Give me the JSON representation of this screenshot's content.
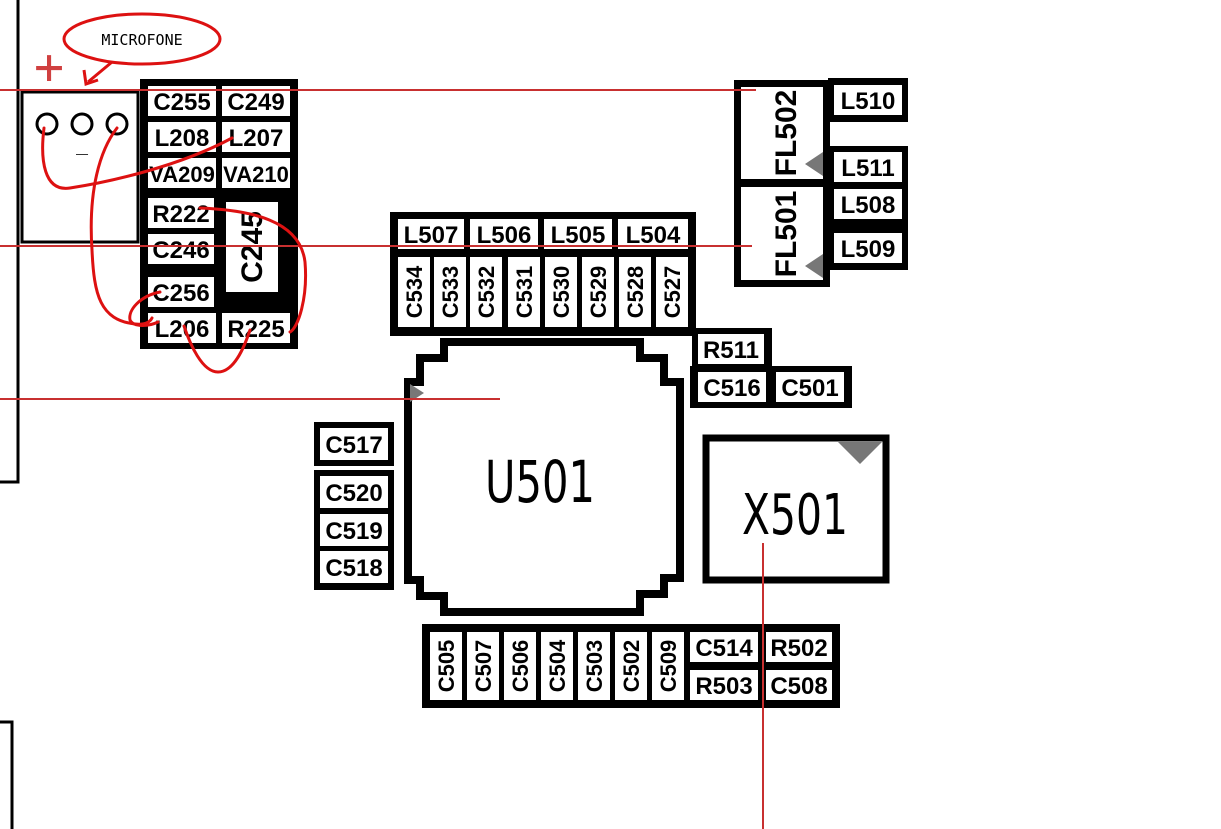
{
  "callout": {
    "label": "MICROFONE",
    "pin_minus": "_",
    "pin_plus": "+"
  },
  "colors": {
    "outline": "#000000",
    "background": "#ffffff",
    "annotation": "#dd1111",
    "trace": "#c83030"
  },
  "components": {
    "c255": "C255",
    "c249": "C249",
    "l208": "L208",
    "l207": "L207",
    "va209": "VA209",
    "va210": "VA210",
    "r222": "R222",
    "c245": "C245",
    "c246": "C246",
    "c256": "C256",
    "l206": "L206",
    "r225": "R225",
    "l507": "L507",
    "l506": "L506",
    "l505": "L505",
    "l504": "L504",
    "c534": "C534",
    "c533": "C533",
    "c532": "C532",
    "c531": "C531",
    "c530": "C530",
    "c529": "C529",
    "c528": "C528",
    "c527": "C527",
    "fl502": "FL502",
    "fl501": "FL501",
    "l510": "L510",
    "l511": "L511",
    "l508": "L508",
    "l509": "L509",
    "r511": "R511",
    "c516": "C516",
    "c501": "C501",
    "u501": "U501",
    "x501": "X501",
    "c517": "C517",
    "c520": "C520",
    "c519": "C519",
    "c518": "C518",
    "c505": "C505",
    "c507": "C507",
    "c506": "C506",
    "c504": "C504",
    "c503": "C503",
    "c502": "C502",
    "c509": "C509",
    "c514": "C514",
    "r502": "R502",
    "r503": "R503",
    "c508": "C508"
  }
}
